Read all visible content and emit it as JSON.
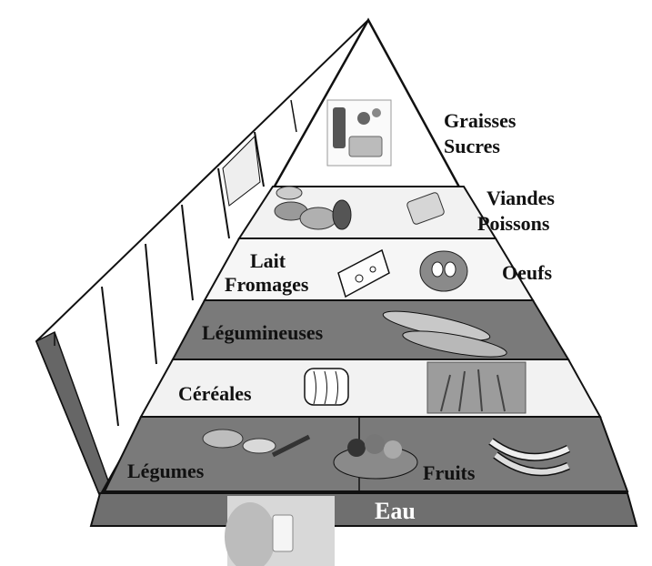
{
  "pyramid": {
    "tiers": [
      {
        "labels": [
          "Graisses",
          "Sucres"
        ]
      },
      {
        "labels": [
          "Viandes",
          "Poissons"
        ]
      },
      {
        "left_labels": [
          "Lait",
          "Fromages"
        ],
        "right_label": "Oeufs"
      },
      {
        "label": "Légumineuses"
      },
      {
        "label": "Céréales"
      },
      {
        "left_label": "Légumes",
        "right_label": "Fruits"
      }
    ],
    "base": {
      "label": "Eau"
    }
  },
  "colors": {
    "shade": "#7a7a7a",
    "light": "#f2f2f2",
    "outline": "#111111",
    "side": "#ffffff",
    "base": "#6f6f6f"
  }
}
